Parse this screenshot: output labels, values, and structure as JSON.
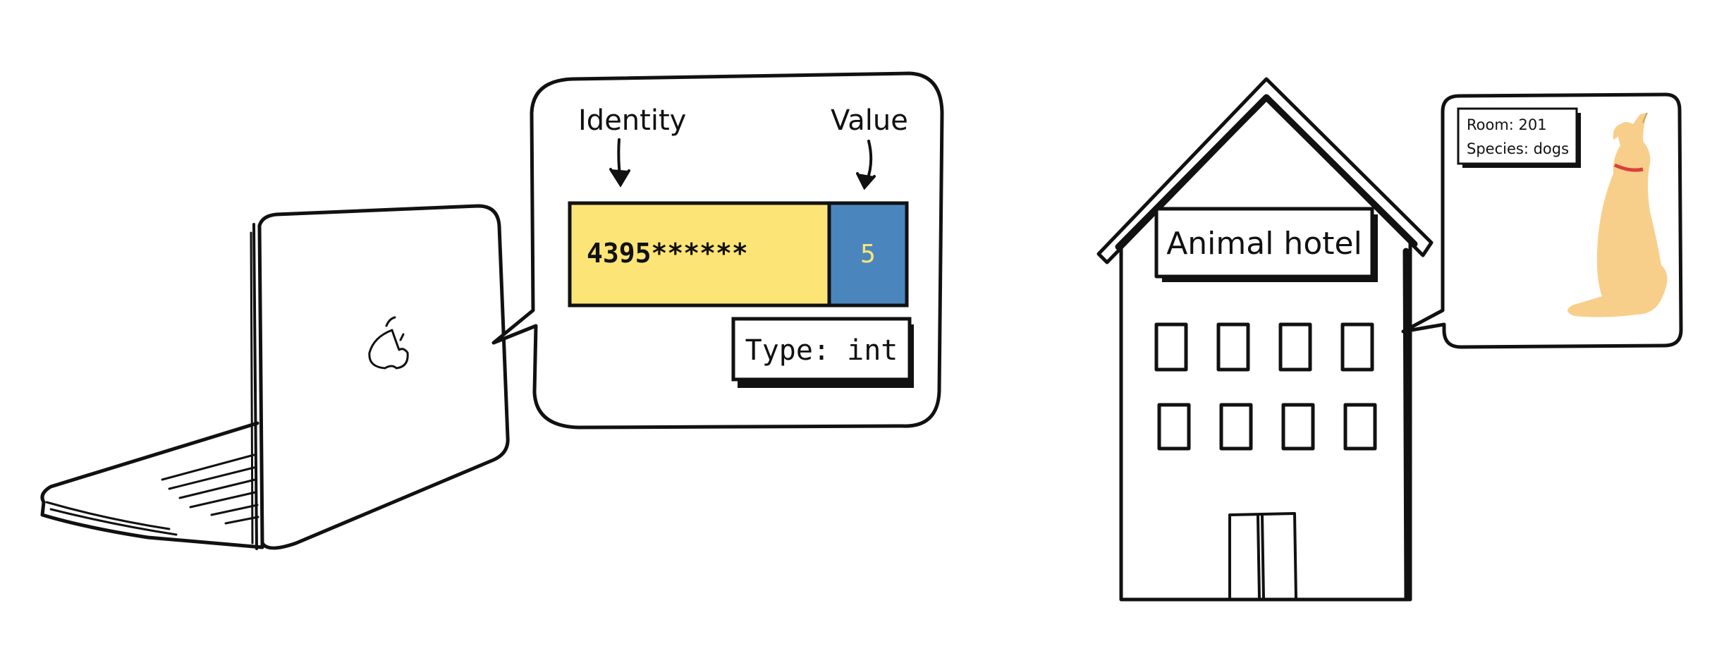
{
  "computer_callout": {
    "identity_label": "Identity",
    "value_label": "Value",
    "identity_value": "4395******",
    "value_value": "5",
    "type_label": "Type: int",
    "colors": {
      "identity_fill": "#FCE477",
      "value_fill": "#4A86BD",
      "value_text": "#FCE477"
    }
  },
  "hotel": {
    "sign": "Animal hotel",
    "card": {
      "room": "Room: 201",
      "species": "Species: dogs"
    },
    "colors": {
      "dog_fill": "#F8CF8A",
      "collar": "#D9413A"
    }
  }
}
